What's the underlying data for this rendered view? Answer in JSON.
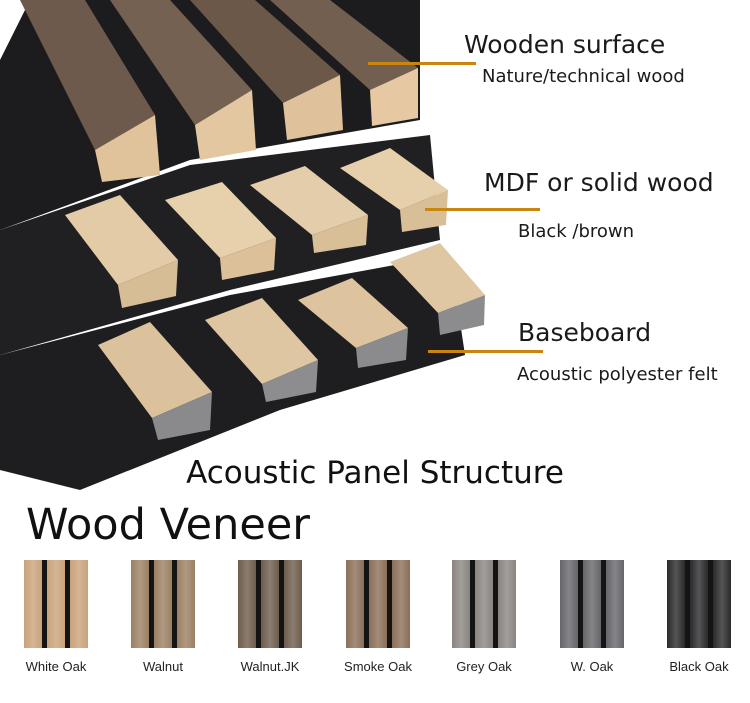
{
  "diagram_labels": {
    "wooden_surface": {
      "title": "Wooden surface",
      "subtitle": "Nature/technical wood"
    },
    "mdf": {
      "title": "MDF or solid wood",
      "subtitle": "Black /brown"
    },
    "baseboard": {
      "title": "Baseboard",
      "subtitle": "Acoustic polyester felt"
    }
  },
  "structure_title": "Acoustic Panel Structure",
  "veneer_title": "Wood Veneer",
  "colors": {
    "leader": "#c8860e",
    "felt": "#1c1c1e"
  },
  "swatches": [
    {
      "name": "White Oak",
      "color": "#c9a27a"
    },
    {
      "name": "Walnut",
      "color": "#9b8062"
    },
    {
      "name": "Walnut.JK",
      "color": "#6e5c4c"
    },
    {
      "name": "Smoke Oak",
      "color": "#8b6f58"
    },
    {
      "name": "Grey Oak",
      "color": "#8a8580"
    },
    {
      "name": "W. Oak",
      "color": "#66666a"
    },
    {
      "name": "Black Oak",
      "color": "#2a2a2c"
    }
  ]
}
